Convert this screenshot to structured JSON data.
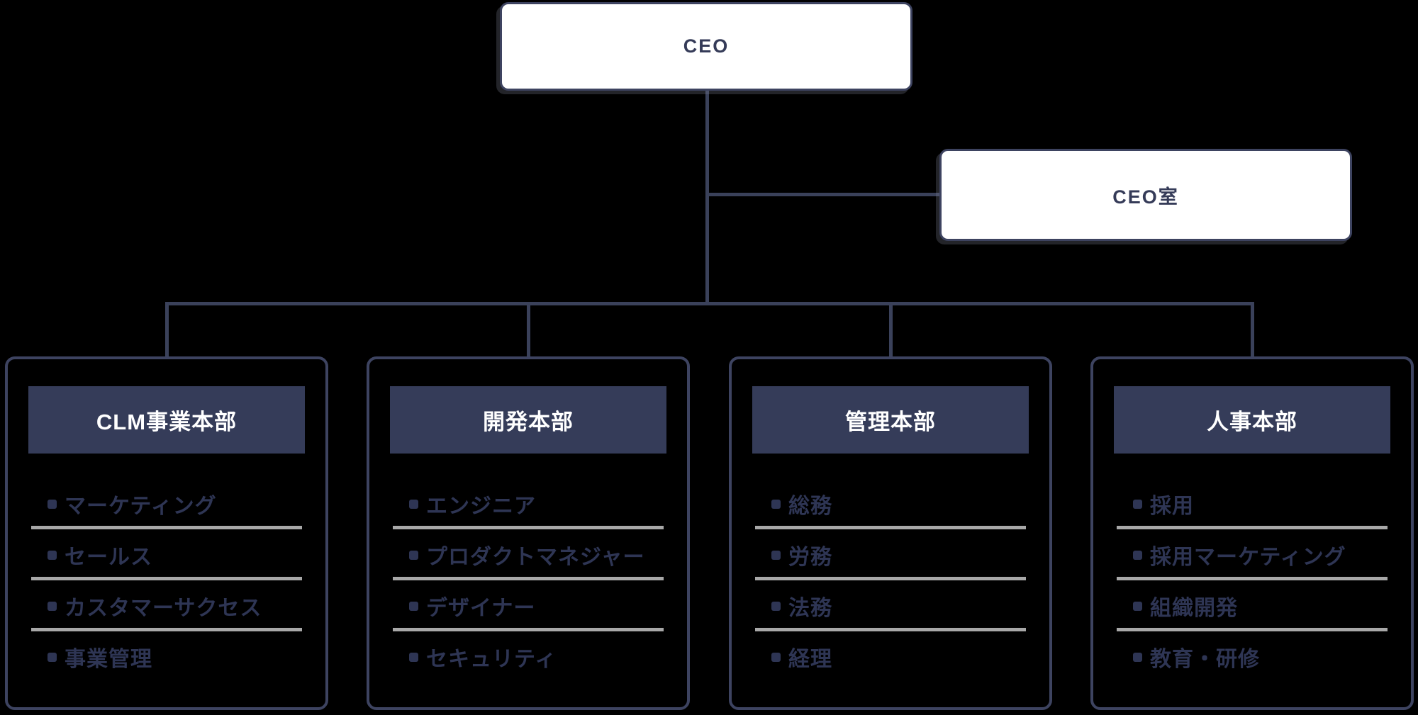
{
  "chart": {
    "root": {
      "label": "CEO"
    },
    "staff": {
      "label": "CEO室"
    },
    "departments": [
      {
        "name": "CLM事業本部",
        "items": [
          "マーケティング",
          "セールス",
          "カスタマーサクセス",
          "事業管理"
        ]
      },
      {
        "name": "開発本部",
        "items": [
          "エンジニア",
          "プロダクトマネジャー",
          "デザイナー",
          "セキュリティ"
        ]
      },
      {
        "name": "管理本部",
        "items": [
          "総務",
          "労務",
          "法務",
          "経理"
        ]
      },
      {
        "name": "人事本部",
        "items": [
          "採用",
          "採用マーケティング",
          "組織開発",
          "教育・研修"
        ]
      }
    ]
  },
  "colors": {
    "background": "#000000",
    "line": "#3a415a",
    "box_border": "#3d4360",
    "header_fill": "#353c59",
    "header_text": "#ffffff",
    "node_fill": "#ffffff",
    "node_text": "#353b58",
    "item_text": "#2e3554",
    "separator": "#a8a8a8"
  }
}
